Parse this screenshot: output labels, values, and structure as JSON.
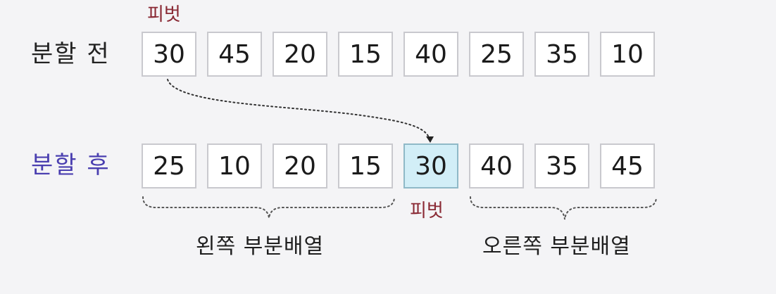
{
  "before": {
    "label": "분할 전",
    "pivot_label": "피벗",
    "values": [
      "30",
      "45",
      "20",
      "15",
      "40",
      "25",
      "35",
      "10"
    ]
  },
  "after": {
    "label": "분할 후",
    "pivot_label": "피벗",
    "values": [
      "25",
      "10",
      "20",
      "15",
      "30",
      "40",
      "35",
      "45"
    ],
    "pivot_index": 4
  },
  "groups": {
    "left_label": "왼쪽 부분배열",
    "right_label": "오른쪽 부분배열"
  },
  "colors": {
    "pivot_text": "#8a2a35",
    "after_label": "#4a3fb0",
    "pivot_cell": "#d2eef7"
  }
}
